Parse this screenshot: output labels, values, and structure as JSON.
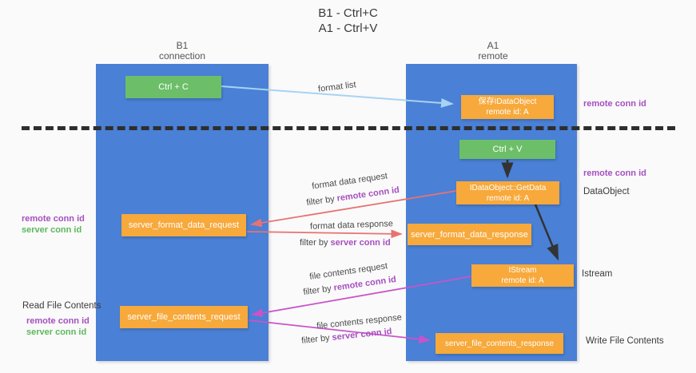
{
  "title": {
    "line1": "B1 - Ctrl+C",
    "line2": "A1 - Ctrl+V"
  },
  "lanes": {
    "left": {
      "name": "B1",
      "sub": "connection"
    },
    "right": {
      "name": "A1",
      "sub": "remote"
    }
  },
  "boxes": {
    "ctrl_c": "Ctrl + C",
    "ctrl_v": "Ctrl + V",
    "save_obj": {
      "line1": "保存IDataObject",
      "line2": "remote id: A"
    },
    "getdata": {
      "line1": "IDataObject::GetData",
      "line2": "remote id: A"
    },
    "istream": {
      "line1": "IStream",
      "line2": "remote id: A"
    },
    "fmt_request": "server_format_data_request",
    "fmt_response": "server_format_data_response",
    "file_request": "server_file_contents_request",
    "file_response": "server_file_contents_response"
  },
  "flow_labels": {
    "format_list": "format list",
    "fmt_req": "format data request",
    "fmt_req_filter_prefix": "filter by ",
    "fmt_req_filter_key": "remote conn id",
    "fmt_resp": "format data response",
    "fmt_resp_filter_prefix": "filter by ",
    "fmt_resp_filter_key": "server conn id",
    "file_req": "file contents request",
    "file_req_filter_prefix": "filter by ",
    "file_req_filter_key": "remote conn id",
    "file_resp": "file contents response",
    "file_resp_filter_prefix": "filter by ",
    "file_resp_filter_key": "server conn id"
  },
  "side_labels": {
    "right_remote_conn_1": "remote conn id",
    "right_remote_conn_2": "remote conn id",
    "dataobject": "DataObject",
    "istream": "Istream",
    "write_file": "Write File Contents",
    "left_remote_conn_1": "remote conn id",
    "left_server_conn_1": "server conn id",
    "read_file": "Read File Contents",
    "left_remote_conn_2": "remote conn id",
    "left_server_conn_2": "server conn id"
  },
  "colors": {
    "lane_blue": "#4a80d6",
    "box_green": "#6cbf68",
    "box_orange": "#f7a93b",
    "purple_text": "#a64fc0",
    "green_text": "#5cb85c",
    "arrow_light_blue": "#a7d3f2",
    "arrow_red": "#e87272",
    "arrow_magenta": "#c954c9",
    "arrow_black": "#333333",
    "background": "#fafafa"
  }
}
